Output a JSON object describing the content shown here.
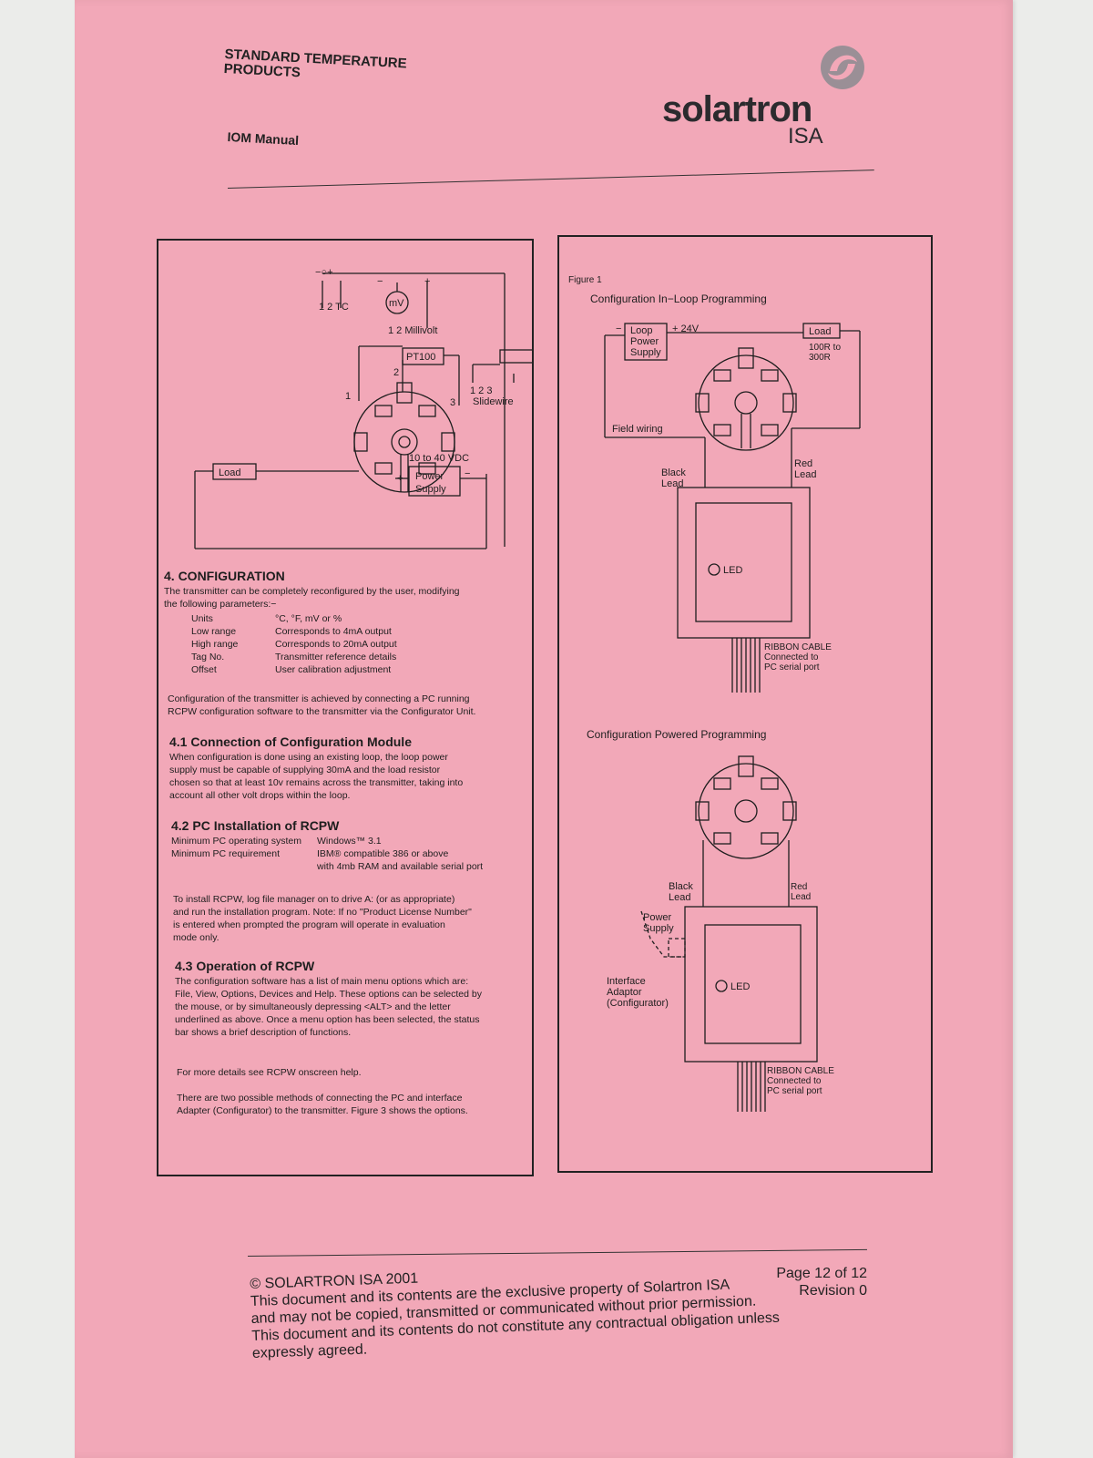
{
  "header": {
    "title_line1": "STANDARD TEMPERATURE",
    "title_line2": "PRODUCTS",
    "subtitle": "IOM Manual",
    "brand": "solartron",
    "brand_sub": "ISA"
  },
  "left_diagram": {
    "tc_label": "1  2  TC",
    "tc_sign": "−○+",
    "mv_symbol": "mV",
    "mv_minus": "−",
    "mv_plus": "+",
    "millivolt_label": "1  2  Millivolt",
    "pt100": "PT100",
    "pt_1": "1",
    "pt_2": "2",
    "pt_3": "3",
    "slidewire_nums": "1      2        3",
    "slidewire": "Slidewire",
    "load": "Load",
    "vdc": "10 to 40 VDC",
    "ps_plus": "+",
    "ps_minus": "−",
    "power": "Power",
    "supply": "Supply"
  },
  "configuration": {
    "heading": "4. CONFIGURATION",
    "intro_1": "The transmitter can be completely reconfigured by the user, modifying",
    "intro_2": "the following parameters:−",
    "params": [
      {
        "name": "Units",
        "desc": "°C, °F, mV or %"
      },
      {
        "name": "Low range",
        "desc": "Corresponds to 4mA output"
      },
      {
        "name": "High range",
        "desc": "Corresponds to 20mA output"
      },
      {
        "name": "Tag No.",
        "desc": "Transmitter reference details"
      },
      {
        "name": "Offset",
        "desc": "User calibration adjustment"
      }
    ],
    "para_1": "Configuration of the transmitter is achieved by connecting a PC running",
    "para_2": "RCPW configuration software to the transmitter via the Configurator Unit."
  },
  "s41": {
    "heading": "4.1 Connection of Configuration Module",
    "l1": "When configuration is done using an existing loop, the loop power",
    "l2": "supply must be capable of supplying 30mA and the load resistor",
    "l3": "chosen so that at least 10v remains across the transmitter, taking into",
    "l4": "account all other volt drops within the loop."
  },
  "s42": {
    "heading": "4.2 PC Installation of RCPW",
    "os_label": "Minimum PC operating system",
    "os_value": "Windows™ 3.1",
    "req_label": "Minimum PC requirement",
    "req_value_1": "IBM® compatible 386 or above",
    "req_value_2": "with 4mb RAM and available serial port",
    "install_1": "To install RCPW, log file manager on to drive A: (or as appropriate)",
    "install_2": "and run the installation program. Note: If no \"Product License Number\"",
    "install_3": "is entered when prompted the program will operate in evaluation",
    "install_4": "mode only."
  },
  "s43": {
    "heading": "4.3 Operation of RCPW",
    "l1": "The configuration software has a list of main menu options which are:",
    "l2": "File, View, Options, Devices and Help. These options can be selected by",
    "l3": "the mouse, or by simultaneously depressing <ALT> and the letter",
    "l4": "underlined as above. Once a menu option has been selected, the status",
    "l5": "bar shows a brief description of functions.",
    "help": "For more details see RCPW onscreen help.",
    "m1": "There are two possible methods of connecting the PC and interface",
    "m2": "Adapter (Configurator) to the transmitter. Figure 3 shows the options."
  },
  "figure1": {
    "label": "Figure 1",
    "title_inloop": "Configuration In−Loop Programming",
    "loop_ps_1": "Loop",
    "loop_ps_2": "Power",
    "loop_ps_3": "Supply",
    "loop_minus": "−",
    "plus24": "+ 24V",
    "load": "Load",
    "load_range_1": "100R to",
    "load_range_2": "300R",
    "field_wiring": "Field wiring",
    "black_1": "Black",
    "black_2": "Lead",
    "red_1": "Red",
    "red_2": "Lead",
    "led": "LED",
    "ribbon_1": "RIBBON CABLE",
    "ribbon_2": "Connected to",
    "ribbon_3": "PC serial port",
    "title_powered": "Configuration Powered Programming",
    "p_black_1": "Black",
    "p_black_2": "Lead",
    "p_red_1": "Red",
    "p_red_2": "Lead",
    "power_1": "Power",
    "power_2": "Supply",
    "iface_1": "Interface",
    "iface_2": "Adaptor",
    "iface_3": "(Configurator)",
    "p_led": "LED",
    "p_ribbon_1": "RIBBON CABLE",
    "p_ribbon_2": "Connected to",
    "p_ribbon_3": "PC serial port"
  },
  "footer": {
    "l1": "© SOLARTRON ISA 2001",
    "l2": "This document and its contents are the exclusive property of Solartron ISA",
    "l3": "and may not be copied, transmitted or communicated without prior permission.",
    "l4": "This document and its contents do not constitute any contractual obligation unless",
    "l5": "expressly agreed.",
    "page": "Page 12 of 12",
    "revision": "Revision 0"
  },
  "colors": {
    "paper": "#f2a8b8",
    "ink": "#1e1e1e",
    "background": "#ebecea"
  }
}
